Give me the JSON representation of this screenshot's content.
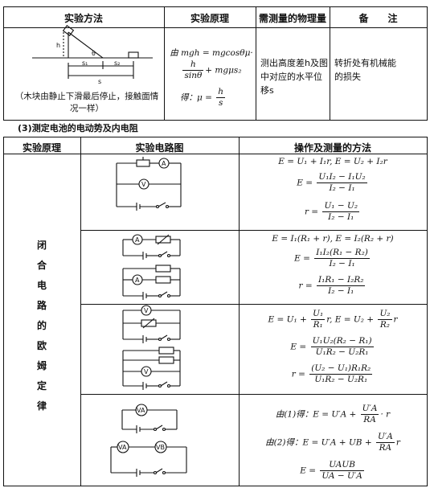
{
  "top_table": {
    "headers": [
      "实验方法",
      "实验原理",
      "需测量的物理量",
      "备　　注"
    ],
    "method_caption": "（木块由静止下滑最后停止，接触面情况一样）",
    "figure_labels": {
      "h": "h",
      "theta": "θ",
      "s1": "s₁",
      "s2": "s₂",
      "s": "s"
    },
    "principle_line1": "由 mgh = mgcosθμ·",
    "principle_frac_num": "h",
    "principle_frac_den": "sinθ",
    "principle_tail": "+ mgμs₂",
    "principle_line3_prefix": "得：μ =",
    "principle_result_num": "h",
    "principle_result_den": "s",
    "quantities": "测出高度差h及图中对应的水平位移s",
    "remarks": "转折处有机械能的损失"
  },
  "section_title": "(3)测定电池的电动势及内电阻",
  "bottom_table": {
    "headers": [
      "实验原理",
      "实验电路图",
      "操作及测量的方法"
    ],
    "principle_chars": [
      "闭",
      "合",
      "电",
      "路",
      "的",
      "欧",
      "姆",
      "定",
      "律"
    ],
    "meter_labels": {
      "A": "A",
      "V": "V",
      "VA": "VA",
      "VB": "VB"
    },
    "row1": {
      "eq1": "E = U₁ + I₁r, E = U₂ + I₂r",
      "E_prefix": "E =",
      "E_num": "U₁I₂ − I₁U₂",
      "E_den": "I₂ − I₁",
      "r_prefix": "r =",
      "r_num": "U₁ − U₂",
      "r_den": "I₂ − I₁"
    },
    "row2": {
      "eq1": "E = I₁(R₁ + r), E = I₂(R₂ + r)",
      "E_prefix": "E =",
      "E_num": "I₁I₂(R₁ − R₂)",
      "E_den": "I₂ − I₁",
      "r_prefix": "r =",
      "r_num": "I₁R₁ − I₂R₂",
      "r_den": "I₂ − I₁"
    },
    "row3": {
      "eq1_a": "E = U₁ +",
      "eq1_f1_num": "U₁",
      "eq1_f1_den": "R₁",
      "eq1_b": "r, E = U₂ +",
      "eq1_f2_num": "U₂",
      "eq1_f2_den": "R₂",
      "eq1_c": "r",
      "E_prefix": "E =",
      "E_num": "U₁U₂(R₂ − R₁)",
      "E_den": "U₁R₂ − U₂R₁",
      "r_prefix": "r =",
      "r_num": "(U₂ − U₁)R₁R₂",
      "r_den": "U₁R₂ − U₂R₁"
    },
    "row4": {
      "l1_prefix": "由(1)得：E = U′A +",
      "l1_num": "U′A",
      "l1_den": "RA",
      "l1_tail": "· r",
      "l2_prefix": "由(2)得：E = U′A + UB +",
      "l2_num": "U′A",
      "l2_den": "RA",
      "l2_tail": "r",
      "E_prefix": "E =",
      "E_num": "UAUB",
      "E_den": "UA − U′A"
    }
  }
}
